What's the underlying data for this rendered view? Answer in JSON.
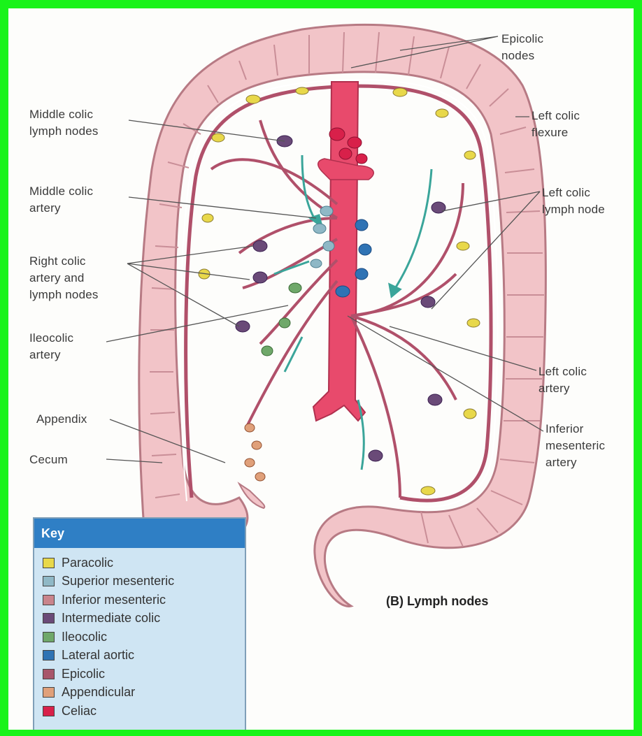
{
  "labels": {
    "epicolic_nodes": "Epicolic\nnodes",
    "left_colic_flexure": "Left colic\nflexure",
    "middle_colic_lymph_nodes": "Middle colic\nlymph nodes",
    "middle_colic_artery": "Middle colic\nartery",
    "left_colic_lymph_nodes": "Left colic\nlymph node",
    "right_colic": "Right colic\nartery and\nlymph nodes",
    "ileocolic_artery": "Ileocolic\nartery",
    "left_colic_artery": "Left colic\nartery",
    "appendix": "Appendix",
    "cecum": "Cecum",
    "inferior_mesenteric_artery": "Inferior\nmesenteric\nartery"
  },
  "caption": "(B) Lymph nodes",
  "key": {
    "title": "Key",
    "items": [
      {
        "label": "Paracolic",
        "color": "#e8d84a"
      },
      {
        "label": "Superior mesenteric",
        "color": "#8fb8c6"
      },
      {
        "label": "Inferior mesenteric",
        "color": "#c9848c"
      },
      {
        "label": "Intermediate colic",
        "color": "#6a4a78"
      },
      {
        "label": "Ileocolic",
        "color": "#6fa86a"
      },
      {
        "label": "Lateral aortic",
        "color": "#2f73b4"
      },
      {
        "label": "Epicolic",
        "color": "#a8566a"
      },
      {
        "label": "Appendicular",
        "color": "#e0a07a"
      },
      {
        "label": "Celiac",
        "color": "#d8204a"
      }
    ]
  },
  "colors": {
    "colon": "#f2c4c8",
    "colon_outline": "#b77a84",
    "artery": "#e84a6c",
    "vessel": "#b0506a",
    "arrow": "#3aa59a",
    "frame": "#19f31a"
  }
}
